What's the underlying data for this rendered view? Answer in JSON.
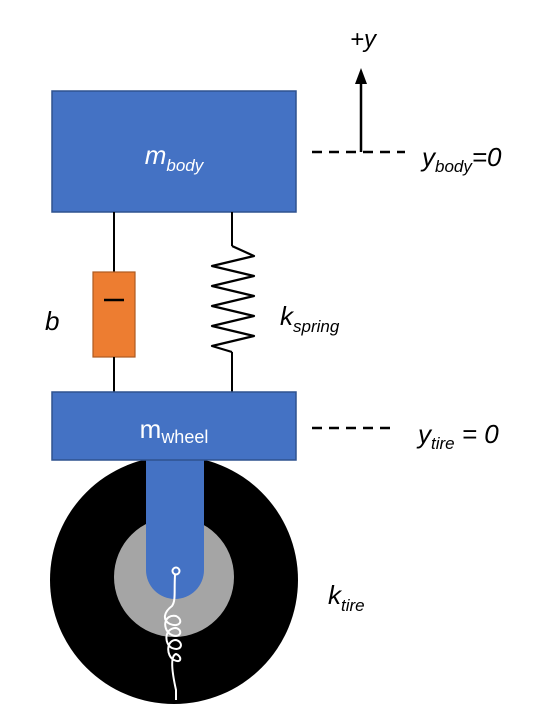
{
  "labels": {
    "up_axis": "+y",
    "body_mass": "m",
    "body_mass_sub": "body",
    "wheel_mass": "m",
    "wheel_mass_sub": "wheel",
    "damper": "b",
    "spring": "k",
    "spring_sub": "spring",
    "tire_stiffness": "k",
    "tire_stiffness_sub": "tire",
    "body_ref": "y",
    "body_ref_sub": "body",
    "body_ref_eq": "=0",
    "tire_ref": "y",
    "tire_ref_sub": "tire",
    "tire_ref_eq": " = 0"
  },
  "colors": {
    "mass_fill": "#4472c4",
    "mass_stroke": "#2f528f",
    "damper_fill": "#ed7d31",
    "damper_stroke": "#ae5a21",
    "tire": "#000000",
    "hub": "#a5a5a5",
    "line": "#000000",
    "coil": "#ffffff"
  }
}
